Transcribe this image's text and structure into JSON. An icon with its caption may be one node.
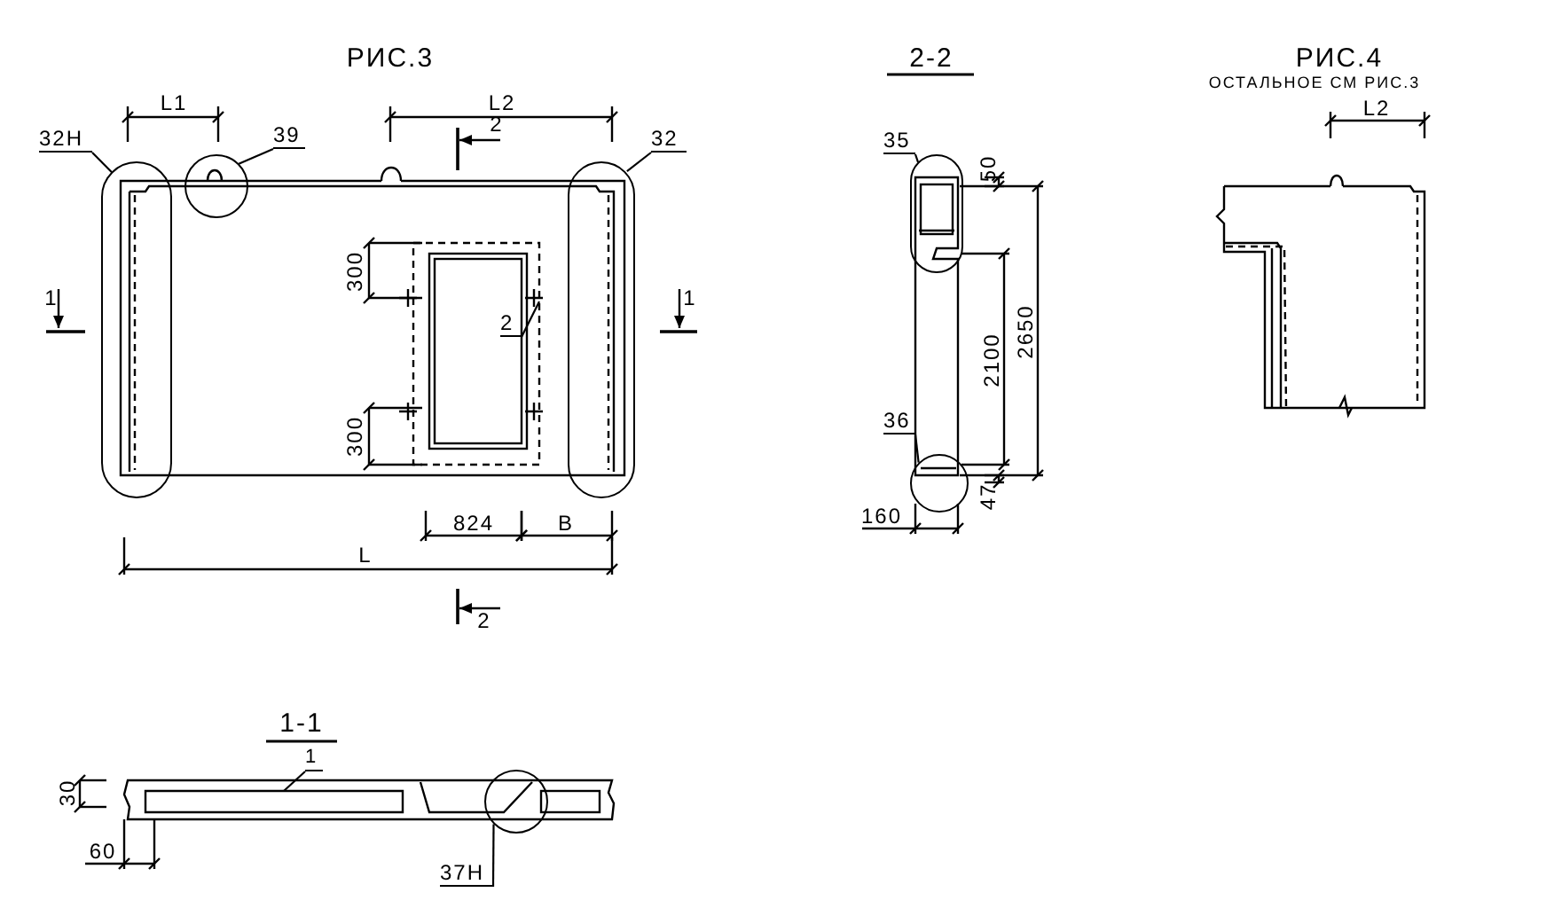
{
  "diagram": {
    "nodes": [
      {
        "text": [
          "32Н"
        ]
      },
      {
        "text": [],
        "shape": "circle"
      },
      {
        "text": [
          "39"
        ]
      },
      {
        "text": [],
        "shape": "circle"
      },
      {
        "text": [
          "32"
        ]
      },
      {
        "text": [],
        "shape": "circle"
      },
      {
        "text": [
          "2"
        ]
      },
      {
        "text": [
          "35"
        ]
      },
      {
        "text": [],
        "shape": "circle"
      },
      {
        "text": [
          "36"
        ]
      },
      {
        "text": [],
        "shape": "circle"
      },
      {
        "text": [
          "1"
        ]
      },
      {
        "text": [
          "37Н"
        ]
      },
      {
        "text": [],
        "shape": "circle"
      }
    ],
    "edges": [
      {
        "from": 0,
        "to": 1,
        "arrow": "none"
      },
      {
        "from": 2,
        "to": 3,
        "arrow": "none"
      },
      {
        "from": 4,
        "to": 5,
        "arrow": "none"
      },
      {
        "from": 6,
        "to": null,
        "arrow": "none"
      },
      {
        "from": 7,
        "to": 8,
        "arrow": "none"
      },
      {
        "from": 9,
        "to": 10,
        "arrow": "none"
      },
      {
        "from": 11,
        "to": null,
        "arrow": "none"
      },
      {
        "from": 12,
        "to": 13,
        "arrow": "none"
      }
    ],
    "labels": [
      "РИС.3",
      "L1",
      "L2",
      "2",
      "1",
      "1",
      "300",
      "300",
      "824",
      "В",
      "L",
      "2",
      "2-2",
      "50",
      "2100",
      "2650",
      "47",
      "160",
      "РИС.4",
      "ОСТАЛЬНОЕ СМ РИС.3",
      "L2",
      "1-1",
      "30",
      "60"
    ]
  }
}
